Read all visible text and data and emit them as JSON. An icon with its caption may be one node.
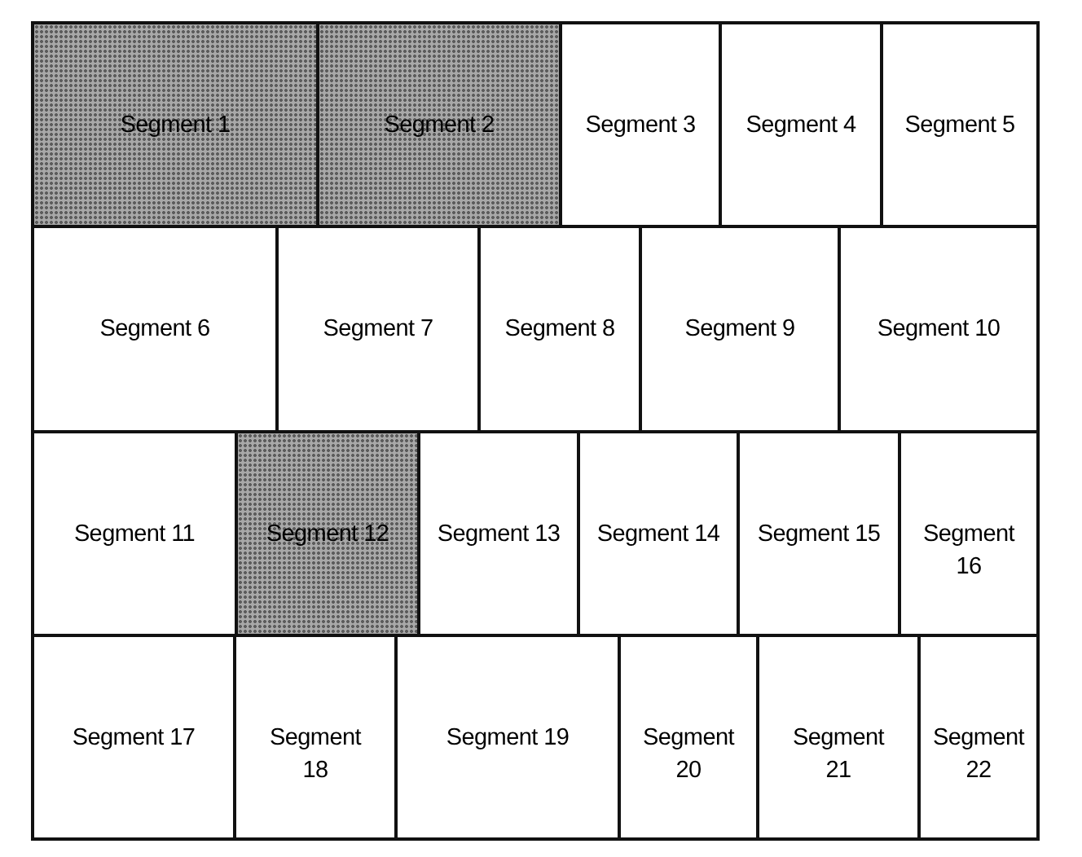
{
  "diagram": {
    "nodes": [
      {
        "text": [
          "Segment 1"
        ]
      },
      {
        "text": [
          "Segment 2"
        ]
      },
      {
        "text": [
          "Segment 3"
        ]
      },
      {
        "text": [
          "Segment 4"
        ]
      },
      {
        "text": [
          "Segment 5"
        ]
      },
      {
        "text": [
          "Segment 6"
        ]
      },
      {
        "text": [
          "Segment 7"
        ]
      },
      {
        "text": [
          "Segment 8"
        ]
      },
      {
        "text": [
          "Segment 9"
        ]
      },
      {
        "text": [
          "Segment 10"
        ]
      },
      {
        "text": [
          "Segment 11"
        ]
      },
      {
        "text": [
          "Segment 12"
        ]
      },
      {
        "text": [
          "Segment 13"
        ]
      },
      {
        "text": [
          "Segment 14"
        ]
      },
      {
        "text": [
          "Segment 15"
        ]
      },
      {
        "text": [
          "Segment 16"
        ]
      },
      {
        "text": [
          "Segment 17"
        ]
      },
      {
        "text": [
          "Segment 18"
        ]
      },
      {
        "text": [
          "Segment 19"
        ]
      },
      {
        "text": [
          "Segment 20"
        ]
      },
      {
        "text": [
          "Segment 21"
        ]
      },
      {
        "text": [
          "Segment 22"
        ]
      }
    ]
  }
}
